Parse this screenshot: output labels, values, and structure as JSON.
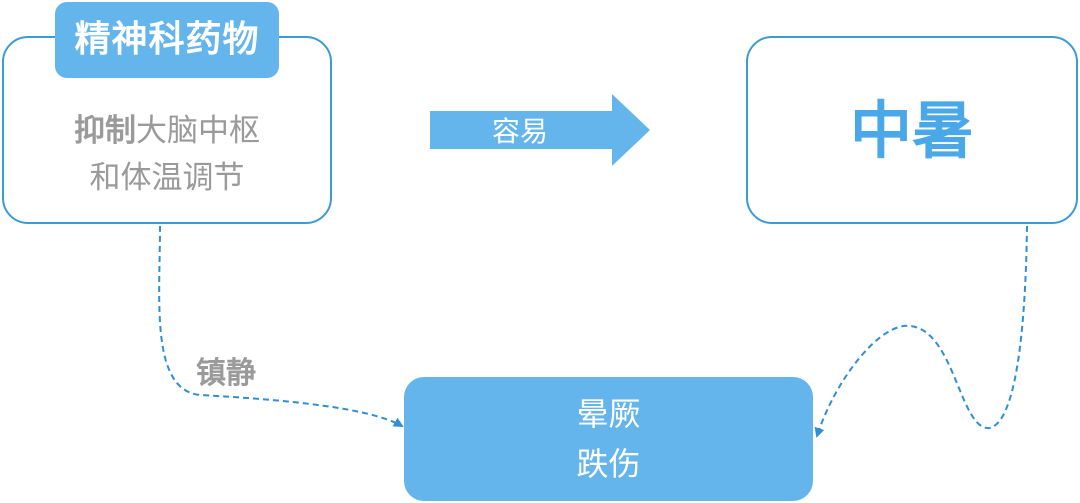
{
  "drug_box": {
    "tag": "精神科药物",
    "line1_strong": "抑制",
    "line1_rest": "大脑中枢",
    "line2": "和体温调节"
  },
  "arrow": {
    "label": "容易"
  },
  "heat_box": {
    "title": "中暑"
  },
  "result_box": {
    "line1": "晕厥",
    "line2": "跌伤"
  },
  "sedation": {
    "label": "镇静"
  },
  "colors": {
    "border": "#3a9bd5",
    "fill": "#64b5eb",
    "title": "#4aa8e8",
    "grey_text": "#9a9a9a",
    "dashed": "#2f8fd0"
  }
}
